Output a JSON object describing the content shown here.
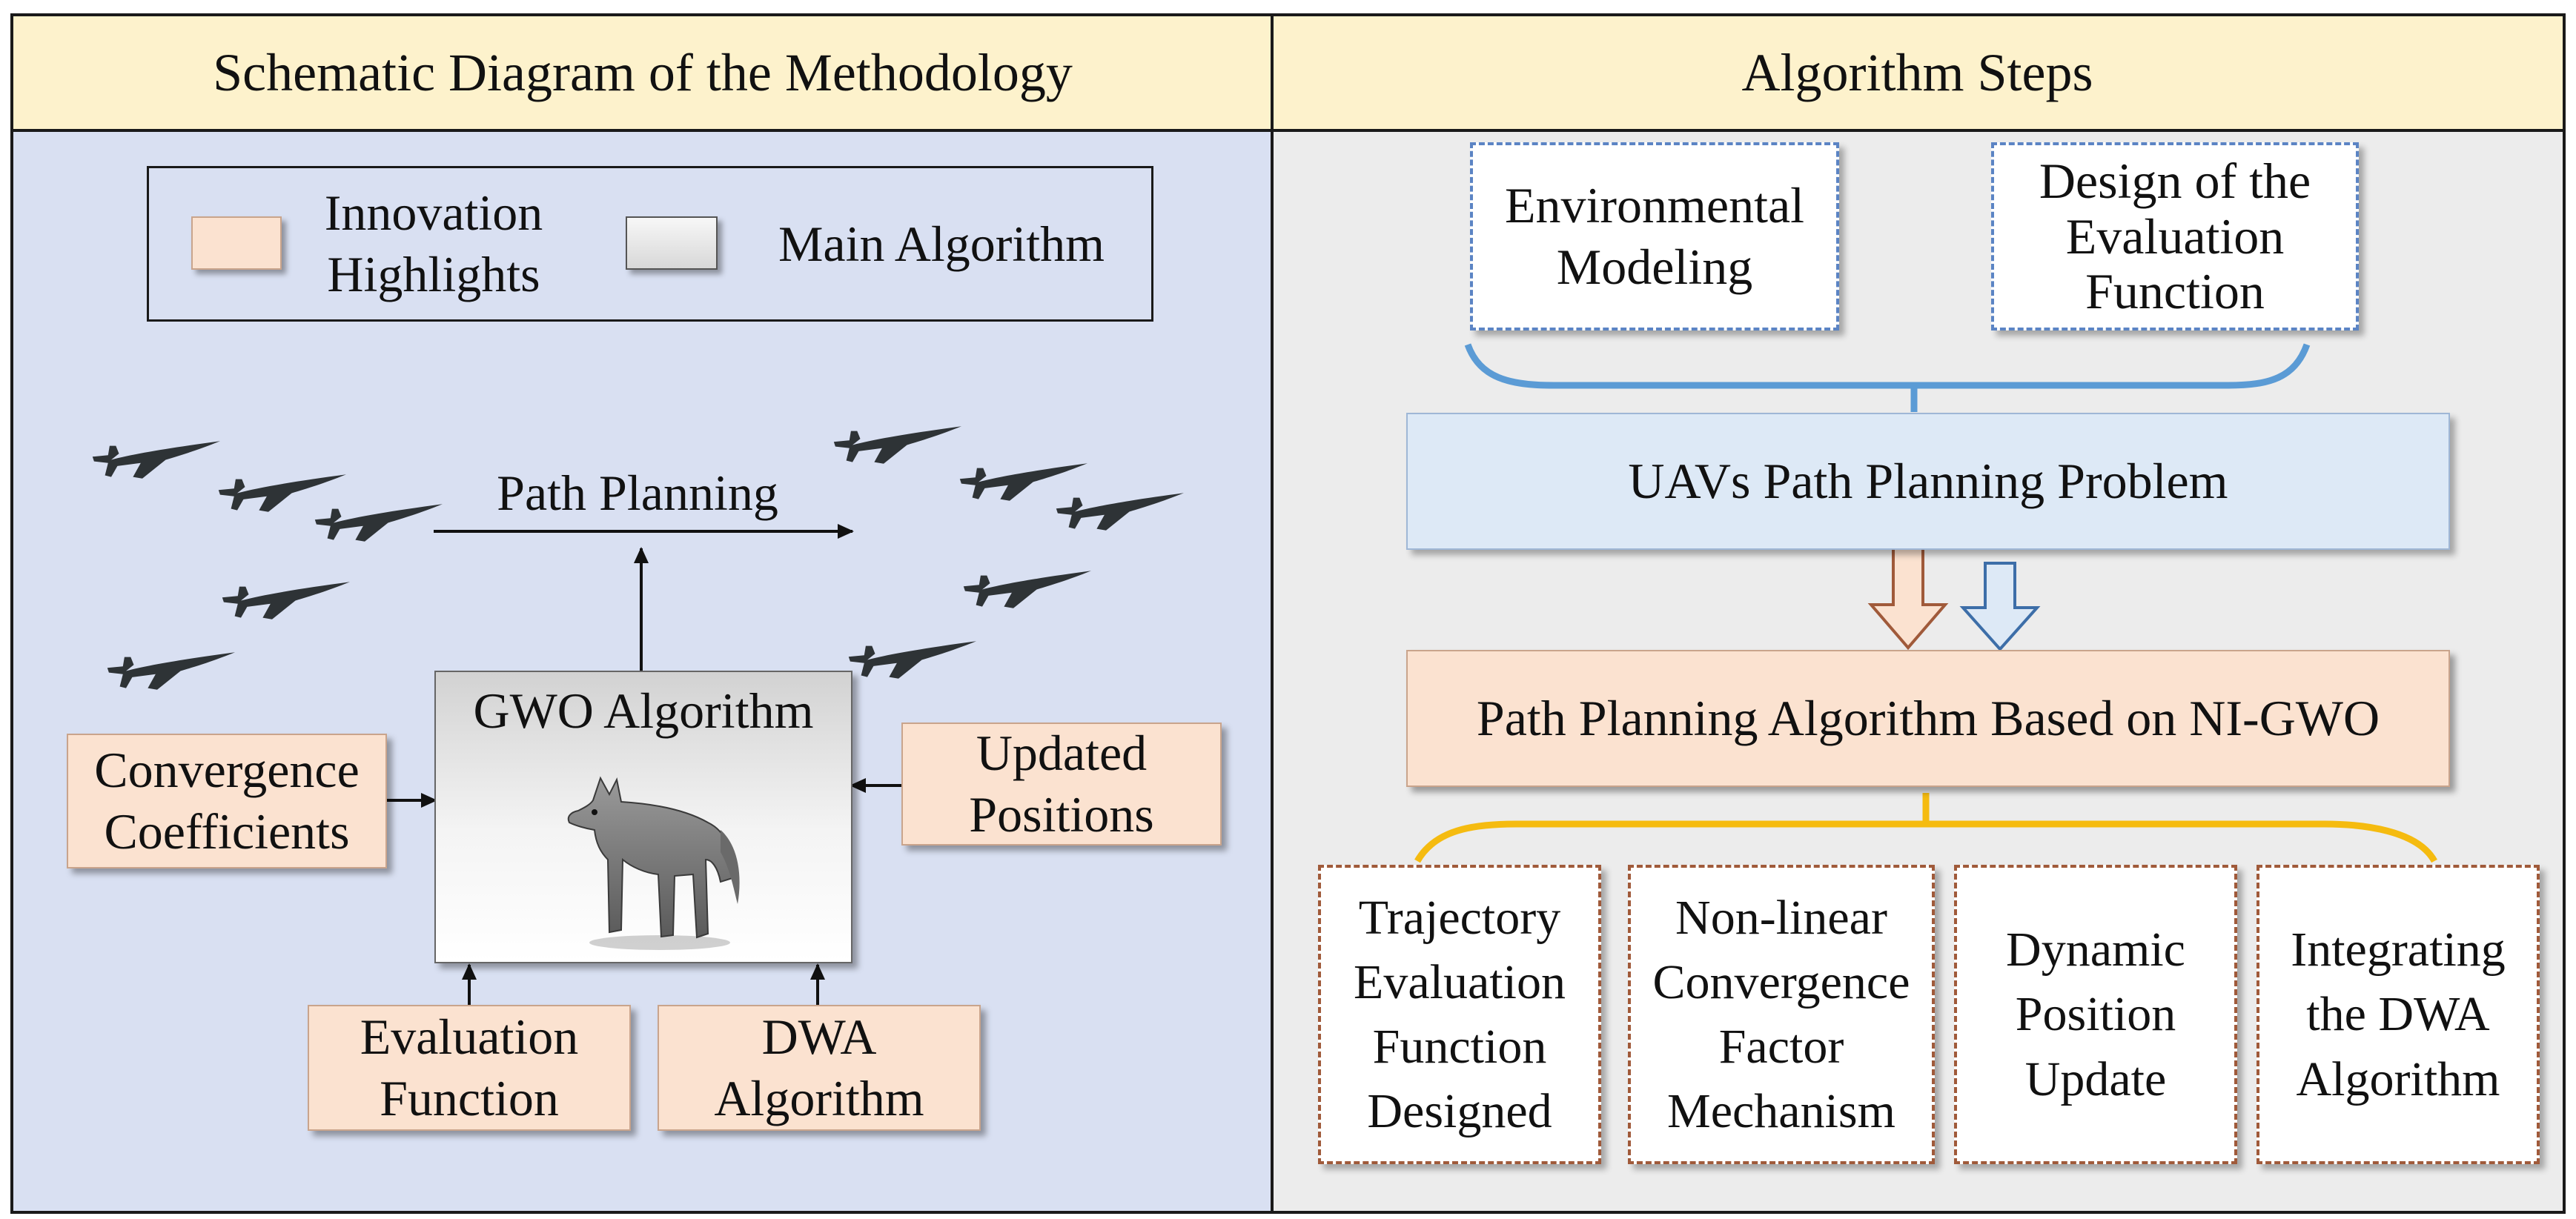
{
  "headers": {
    "left": "Schematic Diagram of the Methodology",
    "right": "Algorithm Steps"
  },
  "legend": {
    "innovation_line1": "Innovation",
    "innovation_line2": "Highlights",
    "main": "Main Algorithm"
  },
  "left_panel": {
    "path_planning": "Path Planning",
    "gwo": "GWO Algorithm",
    "convergence_line1": "Convergence",
    "convergence_line2": "Coefficients",
    "updated_line1": "Updated",
    "updated_line2": "Positions",
    "evaluation_line1": "Evaluation",
    "evaluation_line2": "Function",
    "dwa_line1": "DWA",
    "dwa_line2": "Algorithm"
  },
  "right_panel": {
    "env_line1": "Environmental",
    "env_line2": "Modeling",
    "design_line1": "Design of the",
    "design_line2": "Evaluation",
    "design_line3": "Function",
    "problem": "UAVs Path Planning Problem",
    "algorithm": "Path Planning Algorithm Based on NI-GWO",
    "steps": [
      {
        "l1": "Trajectory",
        "l2": "Evaluation",
        "l3": "Function",
        "l4": "Designed"
      },
      {
        "l1": "Non-linear",
        "l2": "Convergence",
        "l3": "Factor",
        "l4": "Mechanism"
      },
      {
        "l1": "Dynamic",
        "l2": "Position",
        "l3": "Update"
      },
      {
        "l1": "Integrating",
        "l2": "the DWA",
        "l3": "Algorithm"
      }
    ]
  },
  "colors": {
    "header_bg": "#fdf2cc",
    "left_bg": "#d9e0f2",
    "right_bg": "#ececec",
    "peach": "#fbe2d0",
    "blue_box": "#dde9f6",
    "blue_line": "#5b9bd5",
    "yellow_line": "#f5bb10"
  }
}
